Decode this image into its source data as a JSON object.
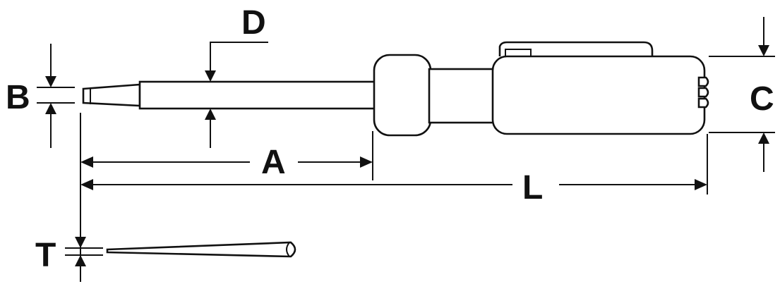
{
  "labels": {
    "A": "A",
    "B": "B",
    "C": "C",
    "D": "D",
    "L": "L",
    "T": "T"
  },
  "colors": {
    "line": "#111111",
    "background": "#ffffff"
  }
}
